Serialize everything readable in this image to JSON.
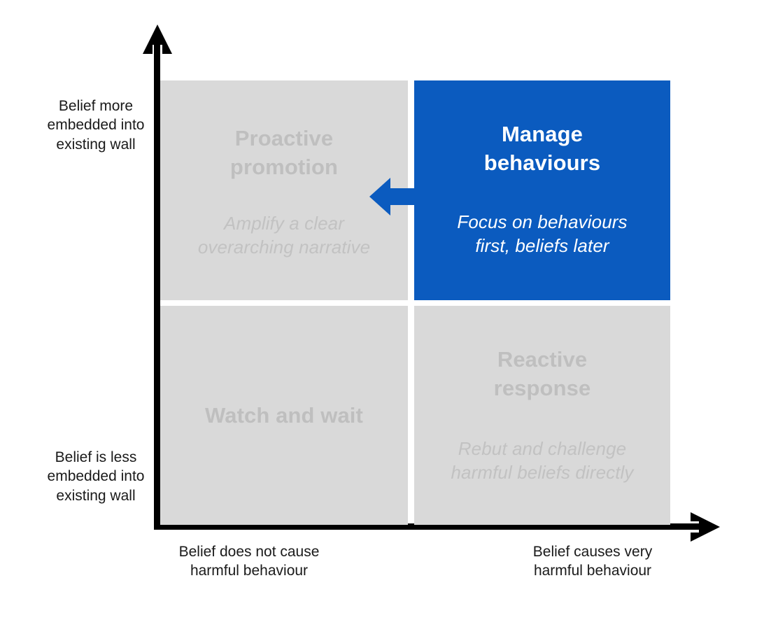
{
  "diagram": {
    "type": "2x2-matrix",
    "colors": {
      "tile_grey": "#d9d9d9",
      "tile_blue": "#0b5bbf",
      "grey_text": "#bfbfbf",
      "highlight_text": "#ffffff",
      "axis": "#000000",
      "caption_text": "#1a1a1a",
      "arrow_blue": "#0b5bbf"
    }
  },
  "axes": {
    "y": {
      "high_label": "Belief more\nembedded into\nexisting wall",
      "low_label": "Belief is less\nembedded into\nexisting wall",
      "arrow_icon": "arrow-up-outline-icon"
    },
    "x": {
      "low_label": "Belief does not cause\nharmful behaviour",
      "high_label": "Belief causes very\nharmful behaviour",
      "arrow_icon": "arrow-right-outline-icon"
    }
  },
  "quadrants": {
    "top_left": {
      "title": "Proactive\npromotion",
      "subtitle": "Amplify a clear\noverarching narrative",
      "highlighted": false
    },
    "top_right": {
      "title": "Manage\nbehaviours",
      "subtitle": "Focus on behaviours\nfirst, beliefs later",
      "highlighted": true
    },
    "bottom_left": {
      "title": "Watch and wait",
      "subtitle": "",
      "highlighted": false
    },
    "bottom_right": {
      "title": "Reactive\nresponse",
      "subtitle": "Rebut and challenge\nharmful beliefs directly",
      "highlighted": false
    }
  },
  "transition_arrow": {
    "icon": "arrow-left-icon",
    "direction": "left",
    "from": "top_right",
    "to": "top_left",
    "color": "#0b5bbf"
  }
}
